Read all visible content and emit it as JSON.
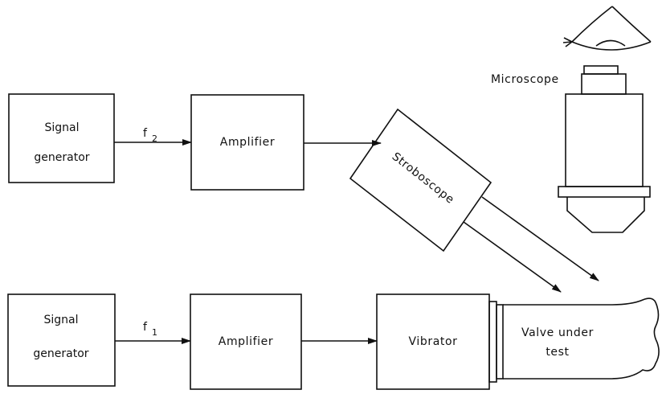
{
  "diagram": {
    "top_row": {
      "generator": {
        "line1": "Signal",
        "line2": "generator"
      },
      "signal": {
        "symbol": "f",
        "subscript": "2"
      },
      "amplifier": "Amplifier",
      "stroboscope": "Stroboscope"
    },
    "bottom_row": {
      "generator": {
        "line1": "Signal",
        "line2": "generator"
      },
      "signal": {
        "symbol": "f",
        "subscript": "1"
      },
      "amplifier": "Amplifier",
      "vibrator": "Vibrator",
      "valve": {
        "line1": "Valve under",
        "line2": "test"
      }
    },
    "microscope": "Microscope"
  }
}
